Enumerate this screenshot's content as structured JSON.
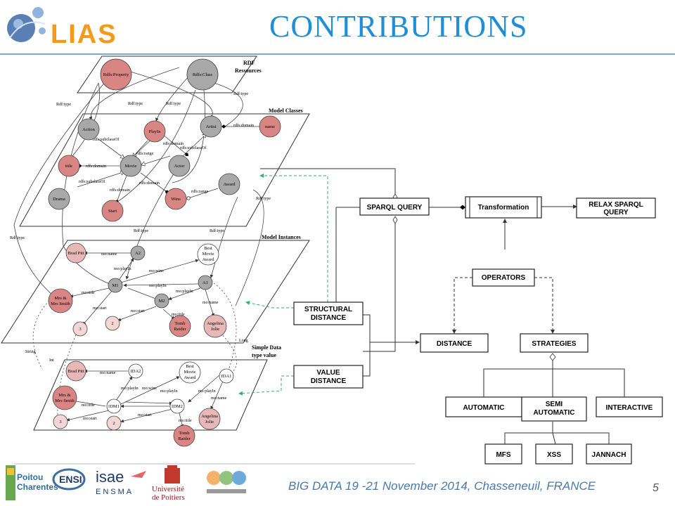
{
  "slide": {
    "title": "CONTRIBUTIONS",
    "footer": "BIG DATA 19 -21 November 2014, Chasseneuil, FRANCE",
    "page_number": "5"
  },
  "logo": {
    "text": "LIAS"
  },
  "partners": {
    "poitou_line1": "Poitou",
    "poitou_line2": "Charentes",
    "ensi": "ENSI",
    "isae": "isae",
    "ensma": "ENSMA",
    "univ_line1": "Université",
    "univ_line2": "de Poitiers"
  },
  "planes": {
    "rdf_line1": "RDF",
    "rdf_line2": "Ressources",
    "classes": "Model Classes",
    "instances": "Model Instances",
    "simple_line1": "Simple Data",
    "simple_line2": "type value"
  },
  "rdf_nodes": {
    "property": "Rdfs:Property",
    "class": "Rdfs:Class"
  },
  "class_nodes": {
    "action": "Action",
    "playin": "PlayIn",
    "artist": "Artist",
    "name": "name",
    "title": "title",
    "movie": "Movie",
    "actor": "Actor",
    "drama": "Drama",
    "award": "Award",
    "wins": "Wins",
    "start": "Start"
  },
  "instance_nodes": {
    "bradpitt": "Brad Pitt",
    "a2": "A2",
    "bma_line1": "Best",
    "bma_line2": "Movie",
    "bma_line3": "Award",
    "m1": "M1",
    "a1": "A1",
    "mrs_line1": "Mrs &",
    "mrs_line2": "Mrs Smith",
    "m2": "M2",
    "three": "3",
    "two": "2",
    "tomb_line1": "Tomb",
    "tomb_line2": "Raider",
    "angelina_line1": "Angelina",
    "angelina_line2": "Jolie"
  },
  "data_nodes": {
    "bradpitt": "Brad Pitt",
    "ida2": "IDA2",
    "bma_line1": "Best",
    "bma_line2": "Movie",
    "bma_line3": "Award",
    "ida1": "IDA1",
    "mrs_line1": "Mrs &",
    "mrs_line2": "Mrs Smith",
    "idm1": "IDM1",
    "idm2": "IDM2",
    "three": "3",
    "two": "2",
    "tomb_line1": "Tomb",
    "tomb_line2": "Raider",
    "angelina_line1": "Angelina",
    "angelina_line2": "Jolie"
  },
  "edges": {
    "rdftype": "Rdf:type",
    "subclass": "rdfs:subclassOf",
    "domain": "rdfs:domain",
    "range": "rdfs:range",
    "moname": "mo:name",
    "mowins": "mo:wins",
    "moplayin": "mo:playIn",
    "motitle": "mo:title",
    "mostart": "mo:start",
    "string": "String",
    "int": "Int",
    "long": "Long"
  },
  "blocks": {
    "sparql": "SPARQL QUERY",
    "transformation": "Transformation",
    "relax_line1": "RELAX SPARQL",
    "relax_line2": "QUERY",
    "operators": "OPERATORS",
    "structural_line1": "STRUCTURAL",
    "structural_line2": "DISTANCE",
    "value_line1": "VALUE",
    "value_line2": "DISTANCE",
    "distance": "DISTANCE",
    "strategies": "STRATEGIES",
    "automatic": "AUTOMATIC",
    "semi_line1": "SEMI",
    "semi_line2": "AUTOMATIC",
    "interactive": "INTERACTIVE",
    "mfs": "MFS",
    "xss": "XSS",
    "jannach": "JANNACH"
  },
  "colors": {
    "title": "#1e8ed8",
    "pink": "#d98584",
    "light_pink": "#e8b7b7",
    "gray": "#a8a8a8",
    "dashed_green": "#3aae6c"
  }
}
